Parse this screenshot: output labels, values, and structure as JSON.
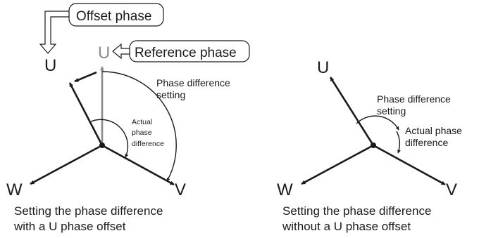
{
  "left": {
    "callout_offset": "Offset phase",
    "callout_reference": "Reference phase",
    "label_u_offset": "U",
    "label_u_ref": "U",
    "label_w": "W",
    "label_v": "V",
    "setting_line1": "Phase difference",
    "setting_line2": "setting",
    "actual_line1": "Actual",
    "actual_line2": "phase",
    "actual_line3": "difference",
    "caption_line1": "Setting the phase difference",
    "caption_line2": "with a U phase offset"
  },
  "right": {
    "label_u": "U",
    "label_w": "W",
    "label_v": "V",
    "setting_line1": "Phase difference",
    "setting_line2": "setting",
    "actual_line1": "Actual phase",
    "actual_line2": "difference",
    "caption_line1": "Setting the phase difference",
    "caption_line2": "without a U phase offset"
  },
  "colors": {
    "vector": "#1a1a1a",
    "reference_vector": "#8c8c8c",
    "background": "#ffffff"
  }
}
